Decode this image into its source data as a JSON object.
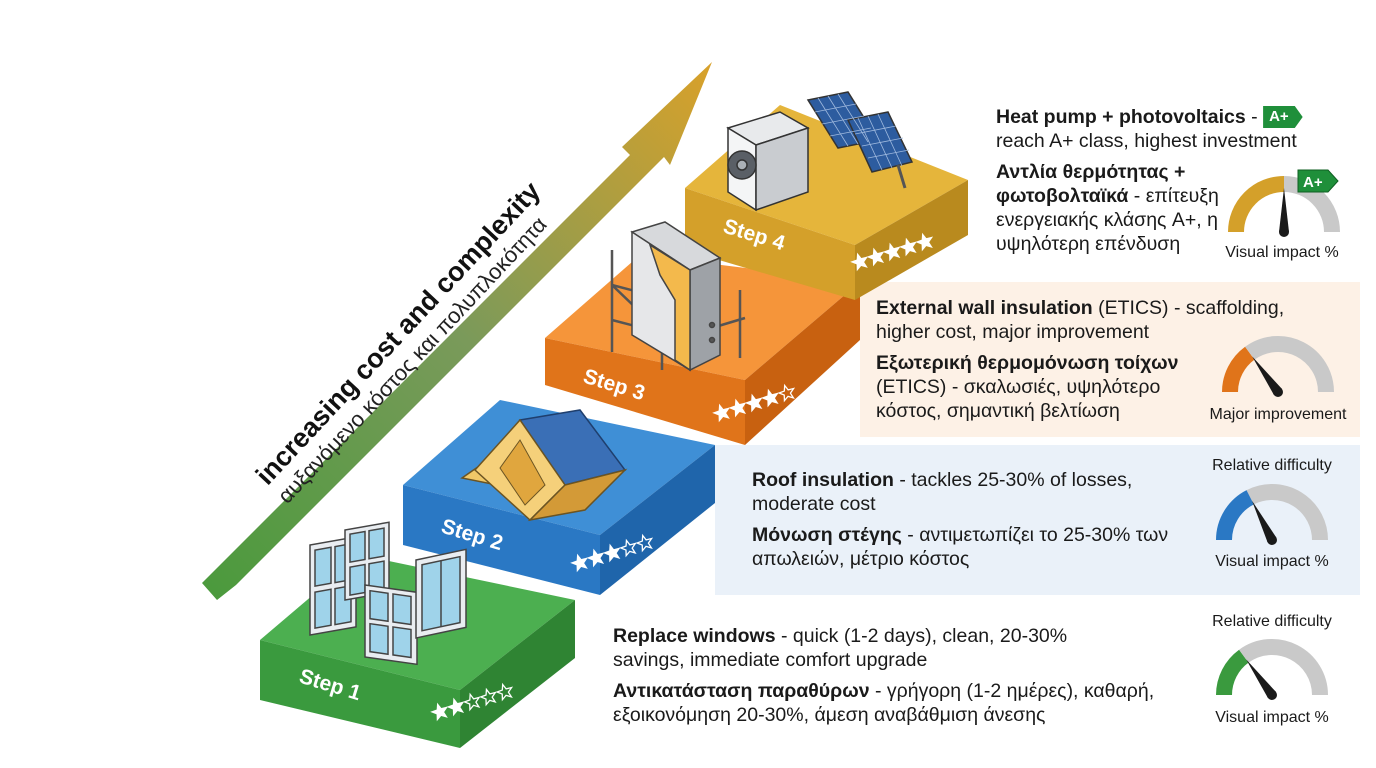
{
  "arrow": {
    "title_en": "increasing cost and complexity",
    "title_gr": "αυξανόμενο κόστος και πολυπλοκότητα"
  },
  "steps": [
    {
      "label": "Step 1",
      "rating": 2,
      "max_rating": 5,
      "color_top": "#4caf50",
      "color_front": "#3a9a3e",
      "en_title": "Replace windows",
      "en_text": " - quick (1-2 days), clean, 20-30% savings, immediate comfort upgrade",
      "gr_title": "Αντικατάσταση παραθύρων",
      "gr_text": " - γρήγορη (1-2 ημέρες), καθαρή, εξοικονόμηση 20-30%, άμεση αναβάθμιση άνεσης",
      "gauge_top_label": "Relative difficulty",
      "gauge_bottom_label": "Visual impact %",
      "gauge_level": 0.3,
      "gauge_color": "#3a9a3e"
    },
    {
      "label": "Step 2",
      "rating": 3,
      "max_rating": 5,
      "color_top": "#3f8fd6",
      "color_front": "#2a78c4",
      "en_title": "Roof insulation",
      "en_text": " - tackles 25-30% of losses, moderate cost",
      "gr_title": "Μόνωση στέγης",
      "gr_text": " - αντιμετωπίζει το 25-30% των απωλειών, μέτριο κόστος",
      "gauge_top_label": "Relative difficulty",
      "gauge_bottom_label": "Visual impact %",
      "gauge_level": 0.35,
      "gauge_color": "#2a78c4"
    },
    {
      "label": "Step 3",
      "rating": 4,
      "max_rating": 5,
      "color_top": "#f28a2a",
      "color_front": "#e0741a",
      "en_title": "External wall insulation",
      "en_text": " (ETICS) - scaffolding, higher cost, major improvement",
      "gr_title": "Εξωτερική θερμομόνωση τοίχων",
      "gr_text": " (ETICS) - σκαλωσιές, υψηλότερο κόστος, σημαντική βελτίωση",
      "gauge_top_label": "",
      "gauge_bottom_label": "Major improvement",
      "gauge_level": 0.3,
      "gauge_color": "#e0741a"
    },
    {
      "label": "Step 4",
      "rating": 5,
      "max_rating": 5,
      "color_top": "#e5b53b",
      "color_front": "#d4a02a",
      "en_title": "Heat pump + photovoltaics",
      "en_text": " - ",
      "en_text2": "reach A+ class, highest investment",
      "badge": "A+",
      "gr_title": "Αντλία θερμότητας + φωτοβολταϊκά",
      "gr_text": " - επίτευξη ενεργειακής κλάσης A+, η υψηλότερη επένδυση",
      "gauge_top_label": "",
      "gauge_bottom_label": "Visual impact %",
      "gauge_level": 0.5,
      "gauge_color": "#d4a02a"
    }
  ]
}
